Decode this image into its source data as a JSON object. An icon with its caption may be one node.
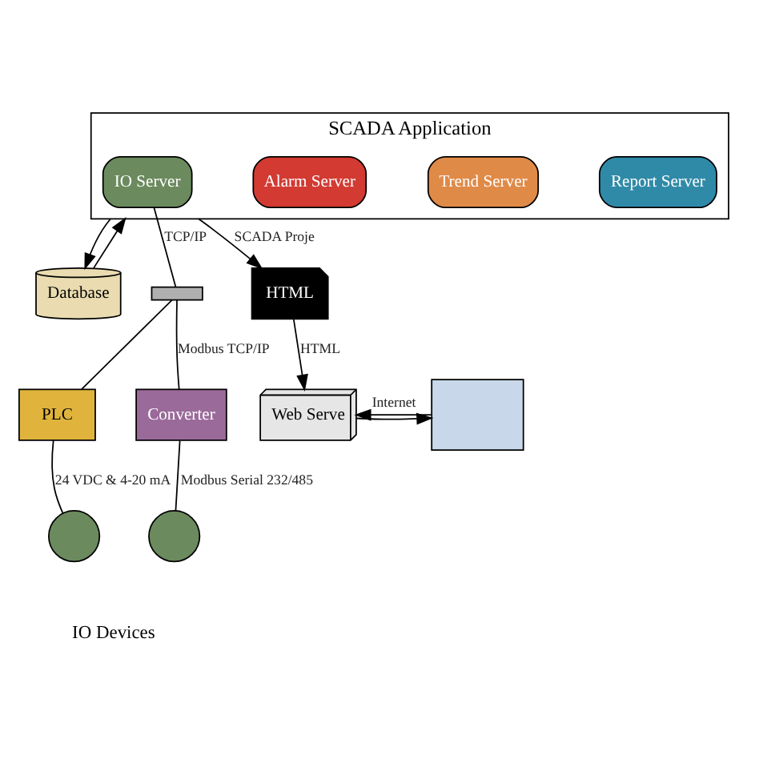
{
  "diagram": {
    "nodes": [
      {
        "text": [
          "SCADA Application"
        ]
      },
      {
        "text": [
          "IO Server"
        ],
        "in": 0
      },
      {
        "text": [
          "Alarm Server"
        ],
        "in": 0
      },
      {
        "text": [
          "Trend Server"
        ],
        "in": 0
      },
      {
        "text": [
          "Report Server"
        ],
        "in": 0
      },
      {
        "text": [
          "Database"
        ]
      },
      {
        "text": [],
        "shape": "box"
      },
      {
        "text": [
          "PLC"
        ]
      },
      {
        "text": [
          "Converter"
        ]
      },
      {
        "text": [],
        "shape": "circle"
      },
      {
        "text": [],
        "shape": "circle"
      },
      {
        "text": [
          "HTML"
        ]
      },
      {
        "text": [
          "Web Serve"
        ]
      },
      {
        "text": [],
        "shape": "box"
      }
    ],
    "edges": [
      {
        "from": 0,
        "to": 5,
        "arrow": "to"
      },
      {
        "from": 5,
        "to": 0,
        "arrow": "to"
      },
      {
        "from": 1,
        "to": 6,
        "arrow": "none",
        "label": "TCP/IP"
      },
      {
        "from": 6,
        "to": 7,
        "arrow": "none"
      },
      {
        "from": 6,
        "to": 8,
        "arrow": "none",
        "label": "Modbus TCP/IP"
      },
      {
        "from": 7,
        "to": 9,
        "arrow": "none",
        "label": "24 VDC & 4-20 mA"
      },
      {
        "from": 8,
        "to": 10,
        "arrow": "none",
        "label": "Modbus Serial 232/485"
      },
      {
        "from": 0,
        "to": 11,
        "arrow": "to",
        "label": "SCADA Proje"
      },
      {
        "from": 11,
        "to": 12,
        "arrow": "to",
        "label": "HTML"
      },
      {
        "from": 12,
        "to": 13,
        "arrow": "to"
      },
      {
        "from": 13,
        "to": 12,
        "arrow": "to",
        "label": "Internet"
      }
    ],
    "labels": [
      "IO Devices"
    ]
  }
}
